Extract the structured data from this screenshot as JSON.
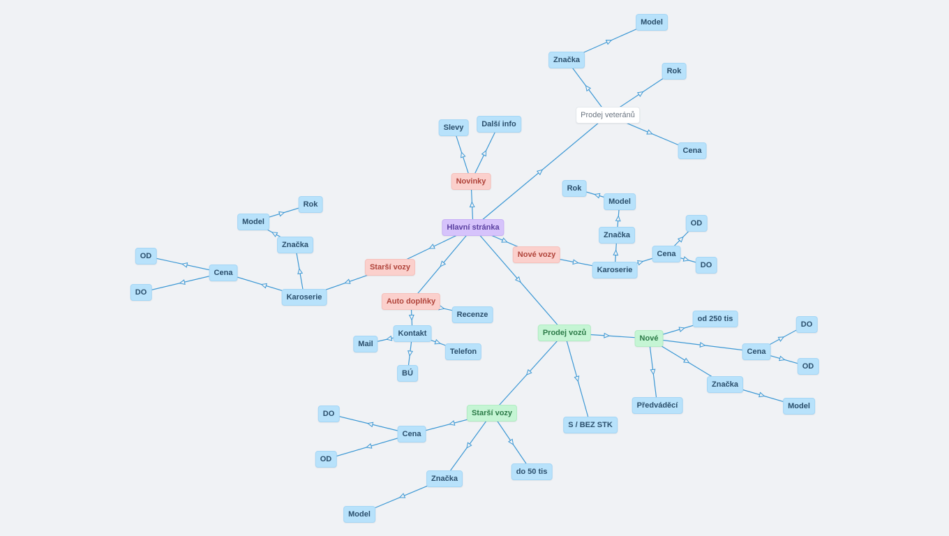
{
  "colors": {
    "background": "#f0f2f5",
    "edge": "#3a97d4",
    "leaf": "#b8e2fb",
    "root": "#d6c3fb",
    "category_red": "#fbd0cc",
    "category_green": "#c5f5d4",
    "category_white": "#ffffff"
  },
  "nodes": {
    "hlavni": {
      "label": "Hlavní stránka",
      "style": "root"
    },
    "novinky": {
      "label": "Novinky",
      "style": "red"
    },
    "slevy": {
      "label": "Slevy",
      "style": "leaf"
    },
    "dalsi_info": {
      "label": "Další info",
      "style": "leaf"
    },
    "prodej_veteranu": {
      "label": "Prodej veteránů",
      "style": "white"
    },
    "vet_znacka": {
      "label": "Značka",
      "style": "leaf"
    },
    "vet_model": {
      "label": "Model",
      "style": "leaf"
    },
    "vet_rok": {
      "label": "Rok",
      "style": "leaf"
    },
    "vet_cena": {
      "label": "Cena",
      "style": "leaf"
    },
    "nove_vozy": {
      "label": "Nové vozy",
      "style": "red"
    },
    "nv_karoserie": {
      "label": "Karoserie",
      "style": "leaf"
    },
    "nv_znacka": {
      "label": "Značka",
      "style": "leaf"
    },
    "nv_model": {
      "label": "Model",
      "style": "leaf"
    },
    "nv_rok": {
      "label": "Rok",
      "style": "leaf"
    },
    "nv_cena": {
      "label": "Cena",
      "style": "leaf"
    },
    "nv_od": {
      "label": "OD",
      "style": "leaf"
    },
    "nv_do": {
      "label": "DO",
      "style": "leaf"
    },
    "starsi_vozy": {
      "label": "Starší vozy",
      "style": "red"
    },
    "sv_karoserie": {
      "label": "Karoserie",
      "style": "leaf"
    },
    "sv_znacka": {
      "label": "Značka",
      "style": "leaf"
    },
    "sv_model": {
      "label": "Model",
      "style": "leaf"
    },
    "sv_rok": {
      "label": "Rok",
      "style": "leaf"
    },
    "sv_cena": {
      "label": "Cena",
      "style": "leaf"
    },
    "sv_od": {
      "label": "OD",
      "style": "leaf"
    },
    "sv_do": {
      "label": "DO",
      "style": "leaf"
    },
    "auto_doplnky": {
      "label": "Auto doplňky",
      "style": "red"
    },
    "recenze": {
      "label": "Recenze",
      "style": "leaf"
    },
    "kontakt": {
      "label": "Kontakt",
      "style": "leaf"
    },
    "mail": {
      "label": "Mail",
      "style": "leaf"
    },
    "telefon": {
      "label": "Telefon",
      "style": "leaf"
    },
    "bu": {
      "label": "BÚ",
      "style": "leaf"
    },
    "prodej_vozu": {
      "label": "Prodej vozů",
      "style": "green"
    },
    "nove": {
      "label": "Nové",
      "style": "green"
    },
    "od250": {
      "label": "od 250 tis",
      "style": "leaf"
    },
    "n_cena": {
      "label": "Cena",
      "style": "leaf"
    },
    "n_do": {
      "label": "DO",
      "style": "leaf"
    },
    "n_od": {
      "label": "OD",
      "style": "leaf"
    },
    "n_znacka": {
      "label": "Značka",
      "style": "leaf"
    },
    "n_model": {
      "label": "Model",
      "style": "leaf"
    },
    "predvadeci": {
      "label": "Předváděcí",
      "style": "leaf"
    },
    "s_bez_stk": {
      "label": "S / BEZ STK",
      "style": "leaf"
    },
    "pv_starsi": {
      "label": "Starší vozy",
      "style": "green"
    },
    "ps_cena": {
      "label": "Cena",
      "style": "leaf"
    },
    "ps_do": {
      "label": "DO",
      "style": "leaf"
    },
    "ps_od": {
      "label": "OD",
      "style": "leaf"
    },
    "ps_znacka": {
      "label": "Značka",
      "style": "leaf"
    },
    "ps_model": {
      "label": "Model",
      "style": "leaf"
    },
    "do50": {
      "label": "do 50 tis",
      "style": "leaf"
    }
  },
  "edges": [
    [
      "hlavni",
      "novinky"
    ],
    [
      "novinky",
      "slevy"
    ],
    [
      "novinky",
      "dalsi_info"
    ],
    [
      "hlavni",
      "prodej_veteranu"
    ],
    [
      "prodej_veteranu",
      "vet_znacka"
    ],
    [
      "vet_znacka",
      "vet_model"
    ],
    [
      "prodej_veteranu",
      "vet_rok"
    ],
    [
      "prodej_veteranu",
      "vet_cena"
    ],
    [
      "hlavni",
      "nove_vozy"
    ],
    [
      "nove_vozy",
      "nv_karoserie"
    ],
    [
      "nv_karoserie",
      "nv_znacka"
    ],
    [
      "nv_znacka",
      "nv_model"
    ],
    [
      "nv_model",
      "nv_rok"
    ],
    [
      "nv_karoserie",
      "nv_cena"
    ],
    [
      "nv_cena",
      "nv_od"
    ],
    [
      "nv_cena",
      "nv_do"
    ],
    [
      "hlavni",
      "starsi_vozy"
    ],
    [
      "starsi_vozy",
      "sv_karoserie"
    ],
    [
      "sv_karoserie",
      "sv_znacka"
    ],
    [
      "sv_znacka",
      "sv_model"
    ],
    [
      "sv_model",
      "sv_rok"
    ],
    [
      "sv_karoserie",
      "sv_cena"
    ],
    [
      "sv_cena",
      "sv_od"
    ],
    [
      "sv_cena",
      "sv_do"
    ],
    [
      "hlavni",
      "auto_doplnky"
    ],
    [
      "auto_doplnky",
      "recenze"
    ],
    [
      "auto_doplnky",
      "kontakt"
    ],
    [
      "kontakt",
      "mail"
    ],
    [
      "kontakt",
      "telefon"
    ],
    [
      "kontakt",
      "bu"
    ],
    [
      "hlavni",
      "prodej_vozu"
    ],
    [
      "prodej_vozu",
      "nove"
    ],
    [
      "nove",
      "od250"
    ],
    [
      "nove",
      "n_cena"
    ],
    [
      "n_cena",
      "n_do"
    ],
    [
      "n_cena",
      "n_od"
    ],
    [
      "nove",
      "n_znacka"
    ],
    [
      "n_znacka",
      "n_model"
    ],
    [
      "nove",
      "predvadeci"
    ],
    [
      "prodej_vozu",
      "s_bez_stk"
    ],
    [
      "prodej_vozu",
      "pv_starsi"
    ],
    [
      "pv_starsi",
      "ps_cena"
    ],
    [
      "ps_cena",
      "ps_do"
    ],
    [
      "ps_cena",
      "ps_od"
    ],
    [
      "pv_starsi",
      "ps_znacka"
    ],
    [
      "ps_znacka",
      "ps_model"
    ],
    [
      "pv_starsi",
      "do50"
    ]
  ]
}
